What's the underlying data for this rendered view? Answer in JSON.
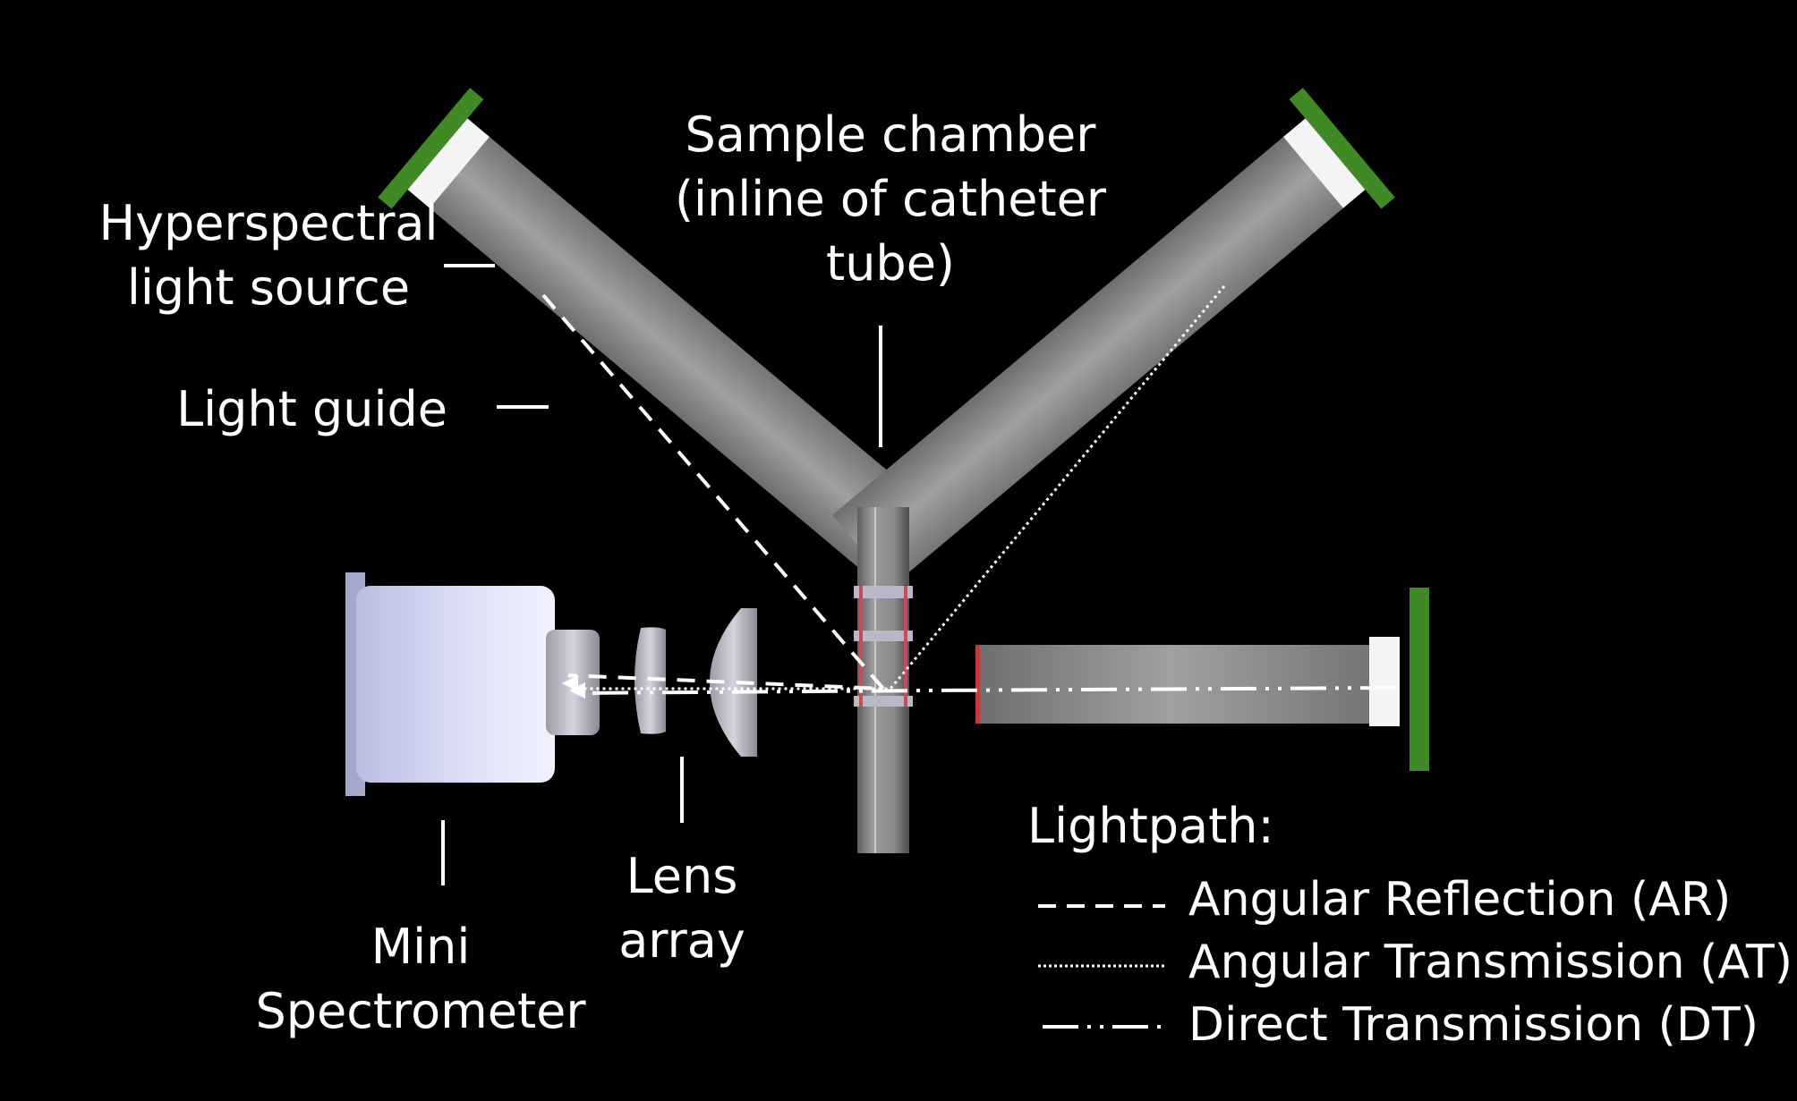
{
  "labels": {
    "light_source": [
      "Hyperspectral",
      "light source"
    ],
    "light_guide": "Light guide",
    "sample_chamber": [
      "Sample chamber",
      "(inline of catheter",
      "tube)"
    ],
    "lens_array": [
      "Lens",
      "array"
    ],
    "spectrometer": [
      "Mini",
      "Spectrometer"
    ]
  },
  "legend": {
    "title": "Lightpath:",
    "items": [
      {
        "label": "Angular Reflection (AR)",
        "style": "dashed"
      },
      {
        "label": "Angular Transmission (AT)",
        "style": "dotted"
      },
      {
        "label": "Direct Transmission (DT)",
        "style": "dash-dot"
      }
    ]
  },
  "colors": {
    "background": "#000000",
    "source_green": "#3f8a24",
    "guide_gray": "#8e8e8e",
    "spectrometer": "#d8dcf5",
    "text": "#ffffff"
  }
}
